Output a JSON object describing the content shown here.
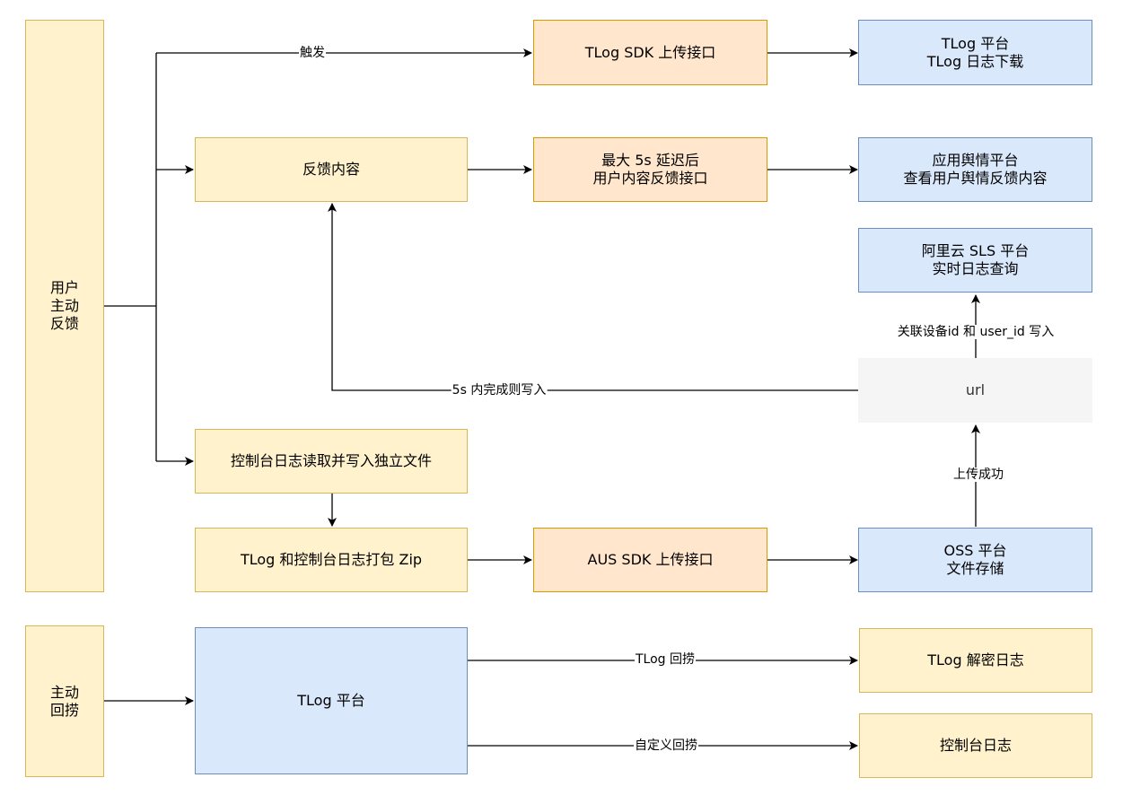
{
  "nodes": {
    "user_feedback": "用户\n主动\n反馈",
    "tlog_sdk_upload": "TLog SDK 上传接口",
    "tlog_platform_download": "TLog 平台\nTLog 日志下载",
    "feedback_content": "反馈内容",
    "delayed_feedback_api": "最大 5s 延迟后\n用户内容反馈接口",
    "opinion_platform": "应用舆情平台\n查看用户舆情反馈内容",
    "aliyun_sls": "阿里云 SLS 平台\n实时日志查询",
    "url": "url",
    "console_log_file": "控制台日志读取并写入独立文件",
    "zip_package": "TLog 和控制台日志打包 Zip",
    "aus_sdk_upload": "AUS SDK 上传接口",
    "oss_platform": "OSS 平台\n文件存储",
    "active_retrieve": "主动\n回捞",
    "tlog_platform": "TLog 平台",
    "tlog_decrypt": "TLog 解密日志",
    "console_log": "控制台日志"
  },
  "edges": {
    "trigger": "触发",
    "write_back": "5s 内完成则写入",
    "link_device": "关联设备id 和 user_id 写入",
    "upload_success": "上传成功",
    "tlog_retrieve": "TLog 回捞",
    "custom_retrieve": "自定义回捞"
  },
  "colors": {
    "yellow_fill": "#fff2cc",
    "yellow_stroke": "#d6b656",
    "orange_fill": "#ffe6cc",
    "orange_stroke": "#d79b00",
    "blue_fill": "#dae8fc",
    "blue_stroke": "#6c8ebf",
    "gray_fill": "#f5f5f5"
  }
}
